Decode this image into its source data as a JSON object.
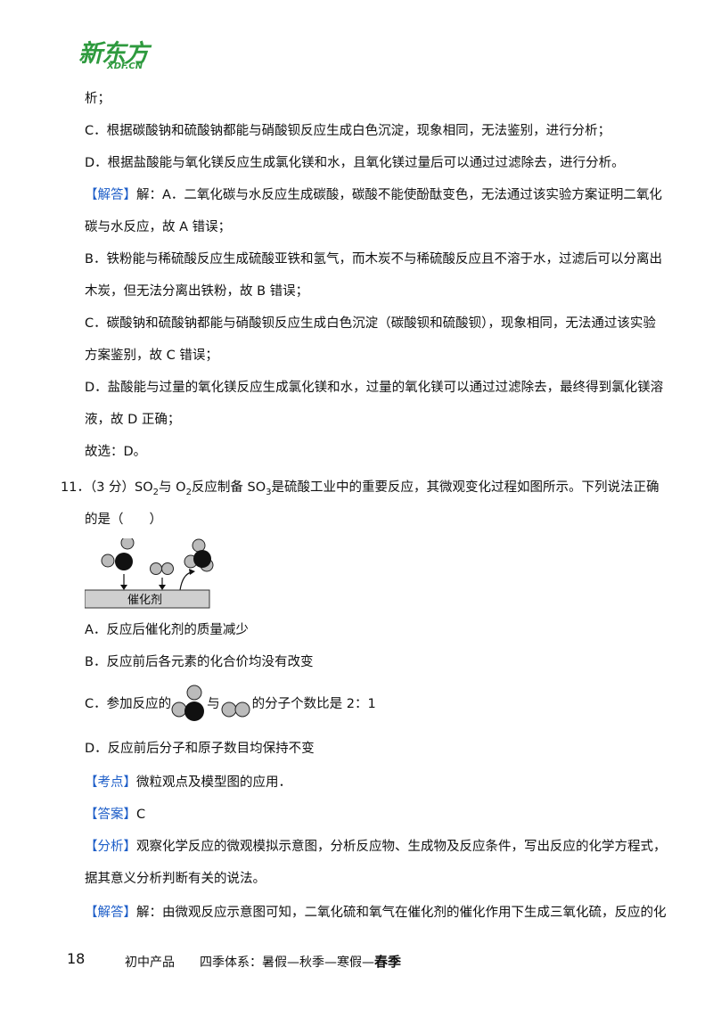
{
  "logo": {
    "cn": "新东方",
    "en": "XDF.CN"
  },
  "lines": {
    "l1": "析；",
    "l2": "C．根据碳酸钠和硫酸钠都能与硝酸钡反应生成白色沉淀，现象相同，无法鉴别，进行分析；",
    "l3": "D．根据盐酸能与氧化镁反应生成氯化镁和水，且氧化镁过量后可以通过过滤除去，进行分析。",
    "l4_tag": "【解答】",
    "l4": "解：A．二氧化碳与水反应生成碳酸，碳酸不能使酚酞变色，无法通过该实验方案证明二氧化",
    "l5": "碳与水反应，故 A 错误；",
    "l6": "B．铁粉能与稀硫酸反应生成硫酸亚铁和氢气，而木炭不与稀硫酸反应且不溶于水，过滤后可以分离出",
    "l7": "木炭，但无法分离出铁粉，故 B 错误；",
    "l8": "C．碳酸钠和硫酸钠都能与硝酸钡反应生成白色沉淀（碳酸钡和硫酸钡），现象相同，无法通过该实验",
    "l9": "方案鉴别，故 C 错误；",
    "l10": "D．盐酸能与过量的氧化镁反应生成氯化镁和水，过量的氧化镁可以通过过滤除去，最终得到氯化镁溶",
    "l11": "液，故 D 正确；",
    "l12": "故选：D。"
  },
  "question": {
    "p1": "11．（3 分）SO",
    "s1": "2",
    "p2": "与 O",
    "s2": "2",
    "p3": "反应制备 SO",
    "s3": "3",
    "p4": "是硫酸工业中的重要反应，其微观变化过程如图所示。下列说法正确",
    "line2": "的是（　　）",
    "catalyst": "催化剂",
    "optA": "A．反应后催化剂的质量减少",
    "optB": "B．反应前后各元素的化合价均没有改变",
    "optC_pre": "C．参加反应的",
    "optC_mid": "与",
    "optC_post": "的分子个数比是 2：1",
    "optD": "D．反应前后分子和原子数目均保持不变"
  },
  "analysis": {
    "kd_tag": "【考点】",
    "kd": "微粒观点及模型图的应用．",
    "da_tag": "【答案】",
    "da": "C",
    "fx_tag": "【分析】",
    "fx": "观察化学反应的微观模拟示意图，分析反应物、生成物及反应条件，写出反应的化学方程式，",
    "fx2": "据其意义分析判断有关的说法。",
    "jd_tag": "【解答】",
    "jd": "解：由微观反应示意图可知，二氧化硫和氧气在催化剂的催化作用下生成三氧化硫，反应的化"
  },
  "footer": {
    "page": "18",
    "text": "初中产品　　四季体系：暑假—秋季—寒假—",
    "bold": "春季"
  },
  "colors": {
    "logo": "#2e9a3e",
    "tag": "#1e5ec8"
  }
}
